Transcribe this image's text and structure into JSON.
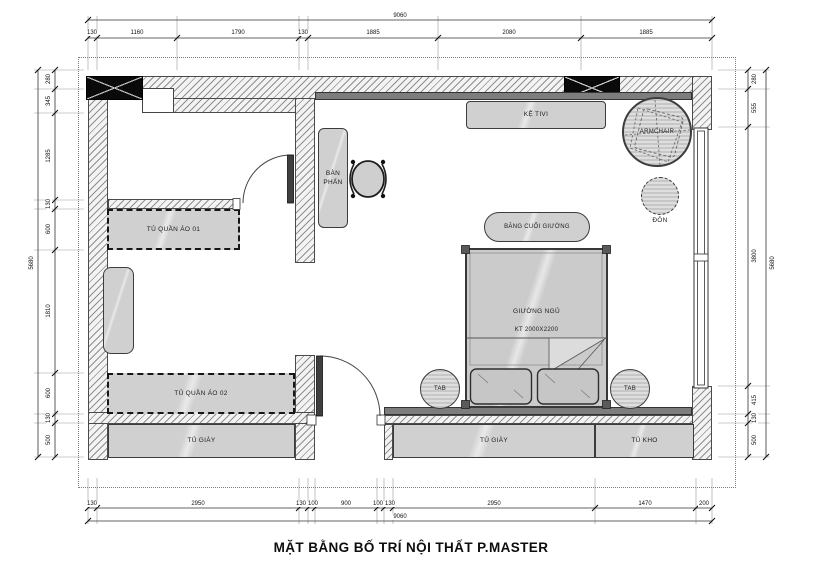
{
  "title": "MẶT BẰNG BỐ TRÍ NỘI THẤT P.MASTER",
  "rooms": {
    "closet": {
      "wardrobe1": "TỦ QUẦN ÁO 01",
      "wardrobe2": "TỦ QUẦN ÁO 02"
    },
    "bedroom": {
      "tv_shelf": "KỆ TIVI",
      "armchair": "ARMCHAIR",
      "stool": "ĐÔN",
      "vanity_line1": "BÀN",
      "vanity_line2": "PHẤN",
      "bed_bench": "BĂNG CUỐI GIƯỜNG",
      "bed_name": "GIƯỜNG NGỦ",
      "bed_size": "KT 2000X2200",
      "tab_left": "TAB",
      "tab_right": "TAB"
    },
    "cabinets": {
      "shoe_left": "TỦ GIÀY",
      "shoe_right": "TỦ GIÀY",
      "storage": "TỦ KHO"
    }
  },
  "dims": {
    "top": {
      "overall": "9060",
      "segments": [
        "130",
        "1160",
        "1790",
        "130",
        "1885",
        "2080",
        "1885"
      ]
    },
    "bottom": {
      "overall": "9060",
      "segments": [
        "130",
        "2950",
        "130",
        "100",
        "900",
        "100",
        "130",
        "2950",
        "1470",
        "200"
      ]
    },
    "left": {
      "overall": "5680",
      "segments": [
        "280",
        "345",
        "1285",
        "130",
        "600",
        "1810",
        "600",
        "130",
        "500"
      ]
    },
    "right": {
      "overall": "5680",
      "segments": [
        "280",
        "555",
        "3800",
        "415",
        "130",
        "500"
      ]
    }
  },
  "colors": {
    "wall_outline": "#4a4a4a",
    "furniture_fill": "#d0d0d0",
    "beam_fill": "#7d7d7d",
    "column_fill": "#0a0a0a",
    "linework": "#333333"
  }
}
